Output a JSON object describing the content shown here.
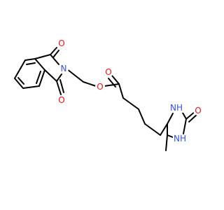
{
  "structure": {
    "atom_labels": {
      "o_top": "O",
      "n_phthalimide": "N",
      "o_bottom": "O",
      "o_ester_single": "O",
      "o_ester_carbonyl": "O",
      "nh_top": "NH",
      "o_urea": "O",
      "nh_bottom": "NH"
    },
    "colors": {
      "carbon": "#000000",
      "oxygen": "#ff0d0d",
      "nitrogen": "#3050f8",
      "background": "#ffffff"
    }
  }
}
